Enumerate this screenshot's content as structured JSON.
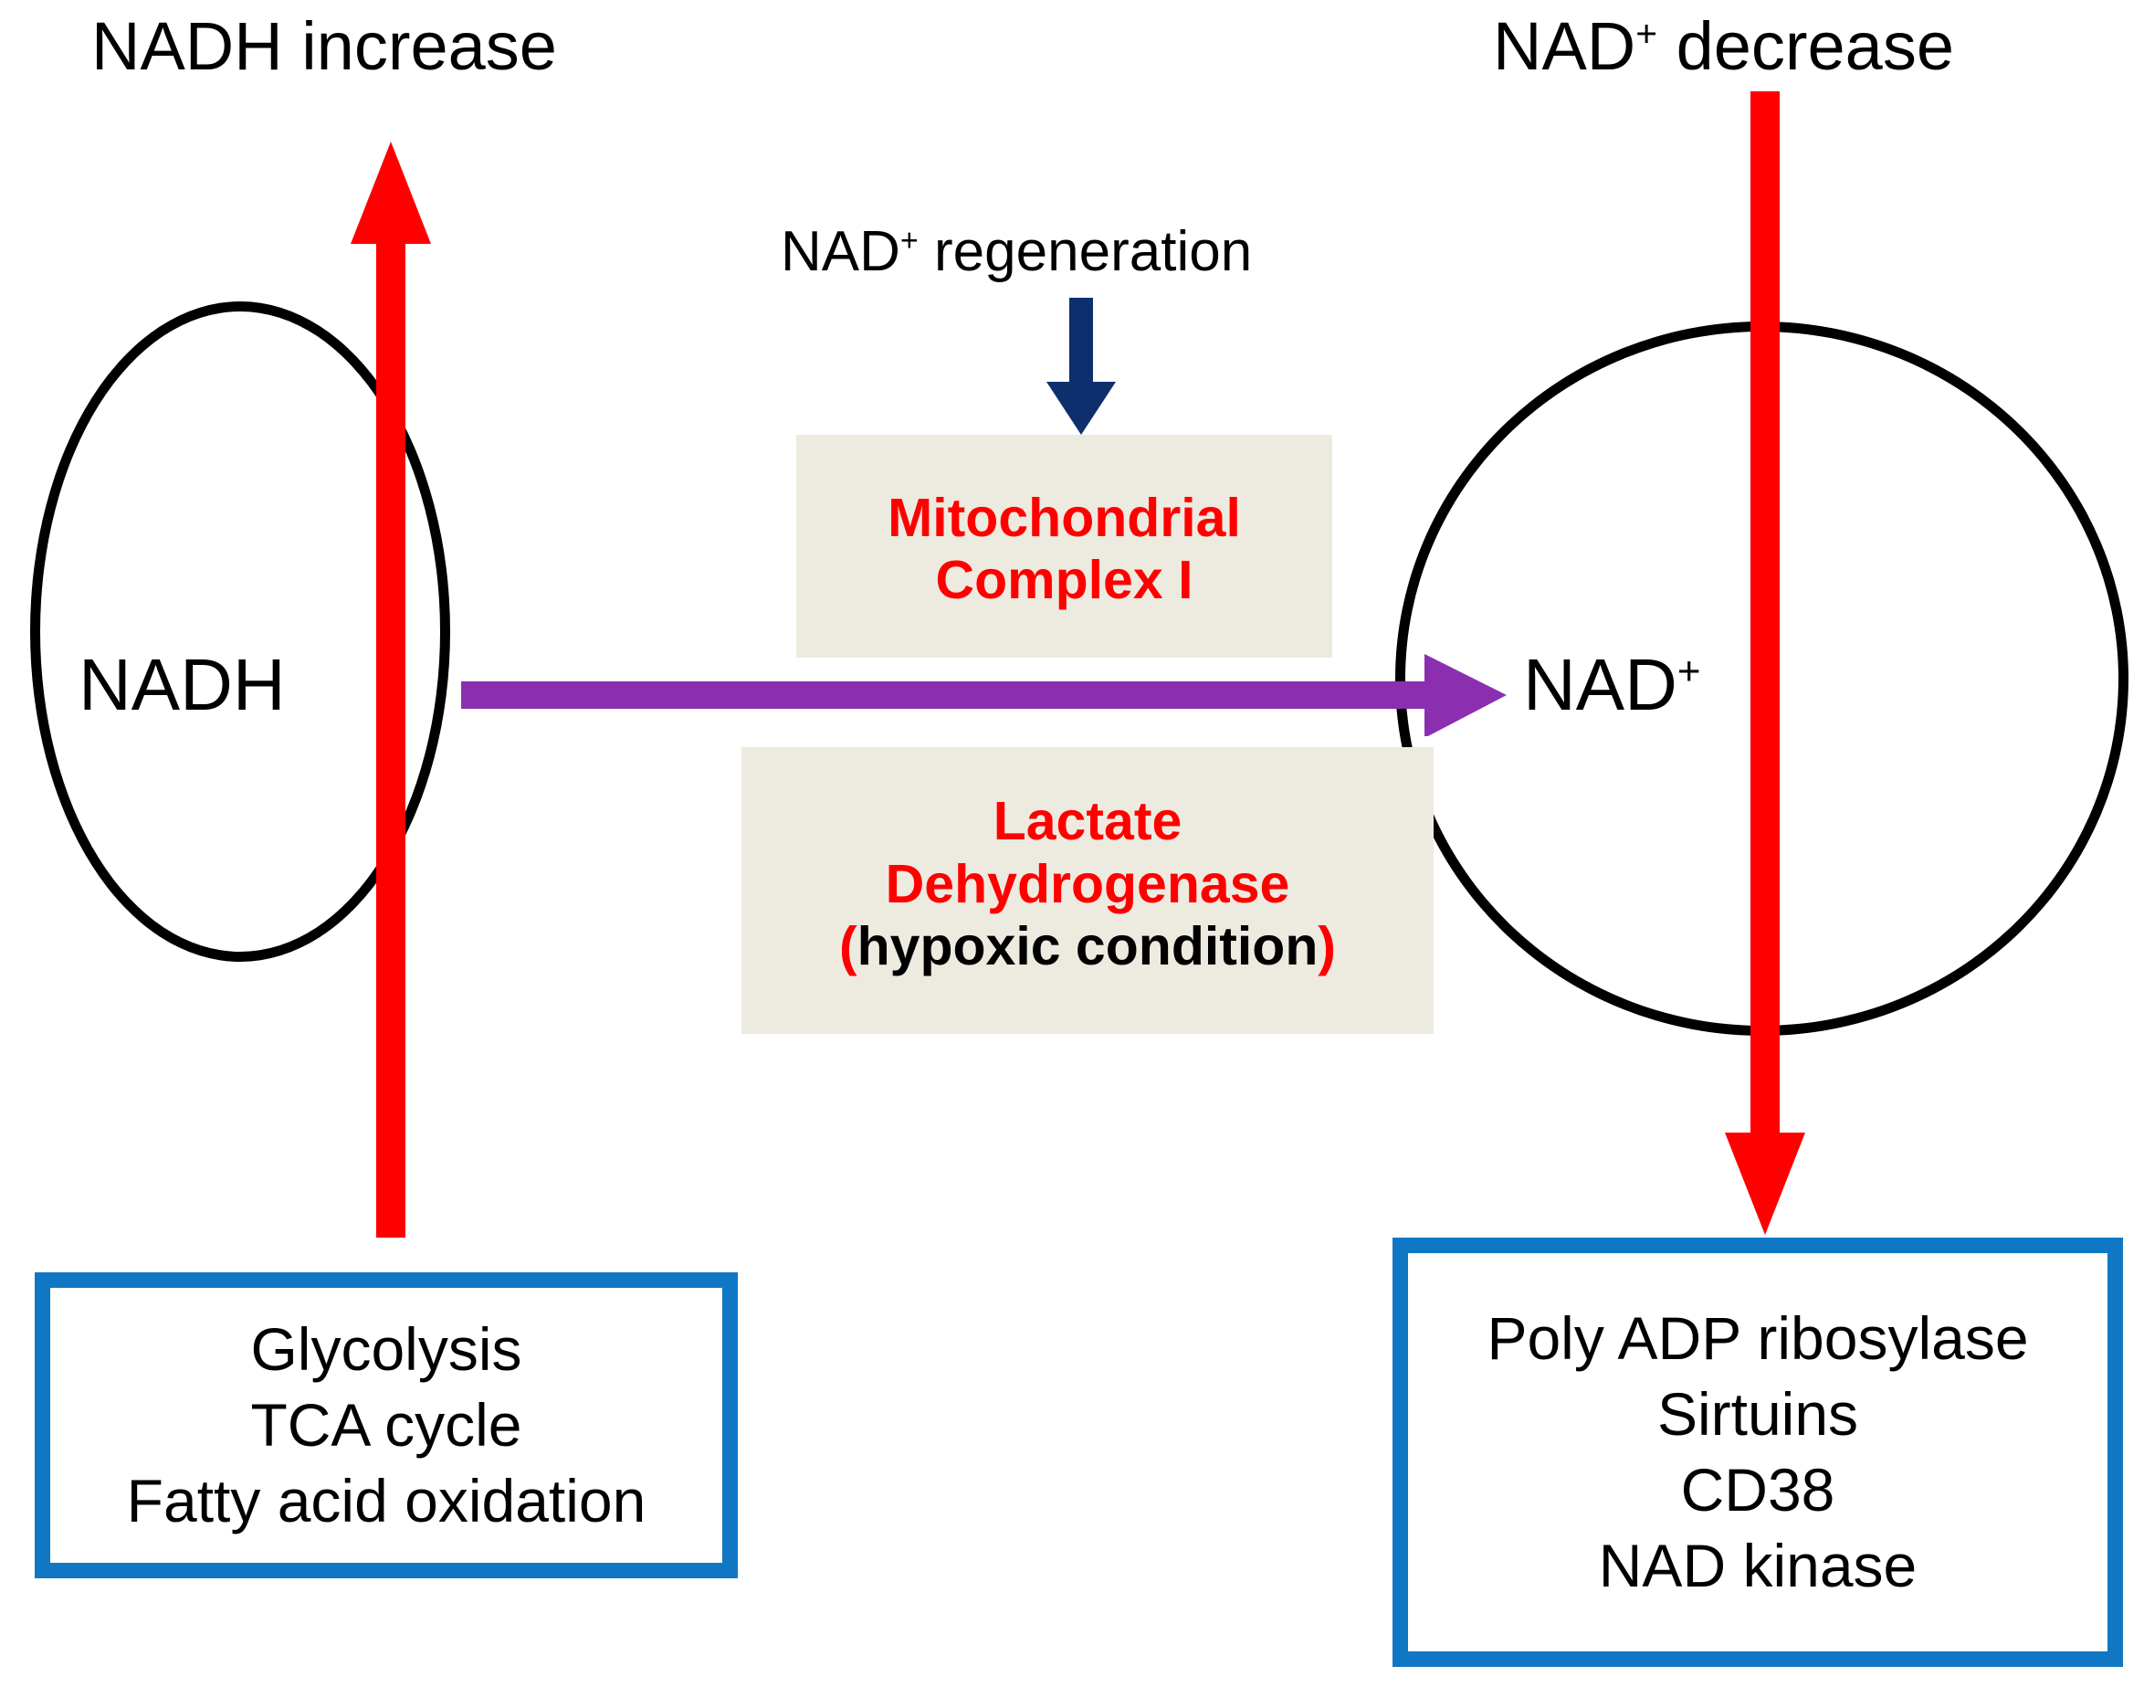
{
  "diagram": {
    "title_left": "NADH increase",
    "title_right_base": "NAD",
    "title_right_sup": "+",
    "title_right_tail": " decrease",
    "left_node": {
      "label": "NADH",
      "sup": ""
    },
    "right_node": {
      "label": "NAD",
      "sup": "+"
    },
    "regeneration": {
      "base": "NAD",
      "sup": "+",
      "tail": " regeneration",
      "arrow_name": "down-arrow",
      "arrow_color": "#0e2f6e"
    },
    "conversion_arrow": {
      "name": "right-arrow",
      "color": "#8b2fb0",
      "from": "NADH",
      "to": "NAD+"
    },
    "flux_arrows": {
      "left": {
        "direction": "up",
        "color": "#ff0000",
        "meaning": "NADH increase"
      },
      "right": {
        "direction": "down",
        "color": "#ff0000",
        "meaning": "NAD+ decrease"
      }
    },
    "enzyme_boxes": [
      {
        "id": "mitochondrial-complex-1",
        "background": "#edebe0",
        "text_color": "#ff0000",
        "lines": [
          "Mitochondrial",
          "Complex I"
        ]
      },
      {
        "id": "lactate-dehydrogenase",
        "background": "#edebe0",
        "text_color": "#ff0000",
        "lines": [
          "Lactate",
          "Dehydrogenase"
        ],
        "paren_open": "(",
        "condition": "hypoxic condition",
        "paren_close": ")",
        "condition_color": "#000000"
      }
    ],
    "pathway_boxes": [
      {
        "id": "nadh-producing-pathways",
        "border_color": "#1077c4",
        "lines": [
          "Glycolysis",
          "TCA cycle",
          "Fatty acid oxidation"
        ]
      },
      {
        "id": "nad-consuming-enzymes",
        "border_color": "#1077c4",
        "lines": [
          "Poly ADP ribosylase",
          "Sirtuins",
          "CD38",
          "NAD kinase"
        ]
      }
    ]
  }
}
